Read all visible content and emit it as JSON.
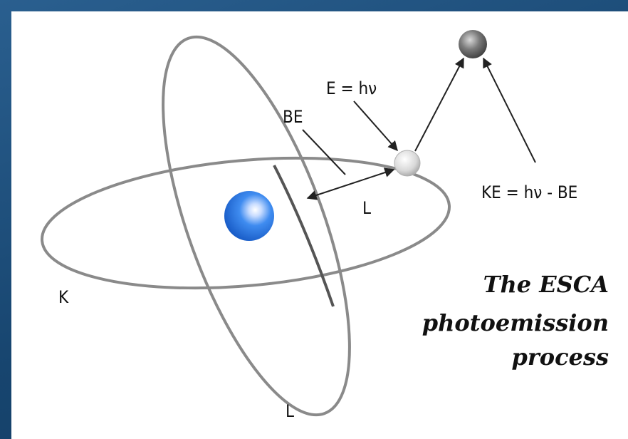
{
  "diagram": {
    "labels": {
      "photon_energy": "E = hν",
      "binding_energy": "BE",
      "kinetic_energy": "KE = hν - BE",
      "shell_k": "K",
      "shell_l_upper": "L",
      "shell_l_lower": "L"
    },
    "caption": [
      "The ESCA",
      "photoemission",
      "process"
    ]
  },
  "colors": {
    "frame": "#1d4f7c",
    "nucleus": "#2f7fe0",
    "electron": "#d9d9d9",
    "ejected_electron": "#666666",
    "orbit": "#888888"
  }
}
